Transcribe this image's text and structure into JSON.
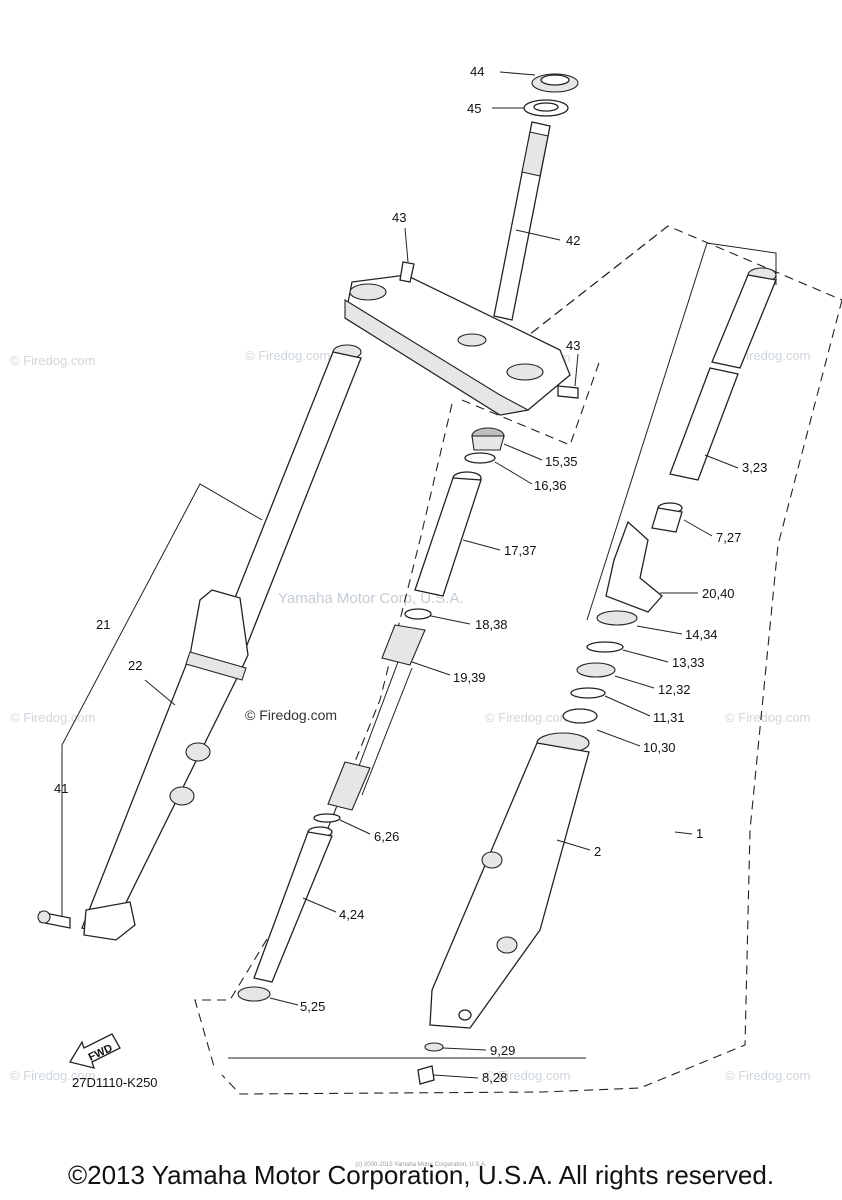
{
  "watermarks": {
    "firedog": "© Firedog.com",
    "yamaha": "Yamaha Motor Corp, U.S.A."
  },
  "callouts": {
    "c44": "44",
    "c45": "45",
    "c42": "42",
    "c43a": "43",
    "c43b": "43",
    "c1535": "15,35",
    "c1636": "16,36",
    "c1737": "17,37",
    "c1838": "18,38",
    "c1939": "19,39",
    "c626": "6,26",
    "c424": "4,24",
    "c525": "5,25",
    "c929": "9,29",
    "c828": "8,28",
    "c323": "3,23",
    "c727": "7,27",
    "c2040": "20,40",
    "c1434": "14,34",
    "c1333": "13,33",
    "c1232": "12,32",
    "c1131": "11,31",
    "c1030": "10,30",
    "c2": "2",
    "c1": "1",
    "c21": "21",
    "c22": "22",
    "c41": "41"
  },
  "fwd_label": "FWD",
  "diagram_code": "27D1110-K250",
  "copyright": "©2013 Yamaha Motor Corporation, U.S.A. All rights reserved.",
  "fineprint": "(c) 2000-2015 Yamaha Motor Corporation, U.S.A."
}
